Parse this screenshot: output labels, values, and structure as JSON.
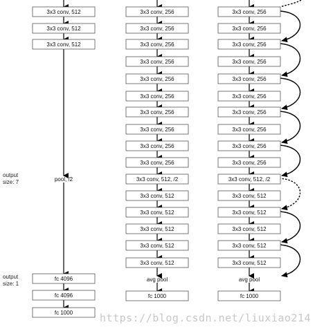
{
  "side_labels": [
    {
      "line1": "output",
      "line2": "size: 7"
    },
    {
      "line1": "output",
      "line2": "size: 1"
    }
  ],
  "columns": [
    {
      "id": "col1",
      "nodes": [
        {
          "label": "3x3 conv, 512",
          "style": "box"
        },
        {
          "label": "3x3 conv, 512",
          "style": "box"
        },
        {
          "label": "3x3 conv, 512",
          "style": "box"
        },
        {
          "label": "pool, /2",
          "style": "text"
        },
        {
          "label": "fc 4096",
          "style": "box"
        },
        {
          "label": "fc 4096",
          "style": "box"
        },
        {
          "label": "fc 1000",
          "style": "box"
        }
      ]
    },
    {
      "id": "col2",
      "nodes": [
        {
          "label": "3x3 conv, 256",
          "style": "box"
        },
        {
          "label": "3x3 conv, 256",
          "style": "box"
        },
        {
          "label": "3x3 conv, 256",
          "style": "box"
        },
        {
          "label": "3x3 conv, 256",
          "style": "box"
        },
        {
          "label": "3x3 conv, 256",
          "style": "box"
        },
        {
          "label": "3x3 conv, 256",
          "style": "box"
        },
        {
          "label": "3x3 conv, 256",
          "style": "box"
        },
        {
          "label": "3x3 conv, 256",
          "style": "box"
        },
        {
          "label": "3x3 conv, 256",
          "style": "box"
        },
        {
          "label": "3x3 conv, 256",
          "style": "box"
        },
        {
          "label": "3x3 conv, 512, /2",
          "style": "box"
        },
        {
          "label": "3x3 conv, 512",
          "style": "box"
        },
        {
          "label": "3x3 conv, 512",
          "style": "box"
        },
        {
          "label": "3x3 conv, 512",
          "style": "box"
        },
        {
          "label": "3x3 conv, 512",
          "style": "box"
        },
        {
          "label": "3x3 conv, 512",
          "style": "box"
        },
        {
          "label": "avg pool",
          "style": "text"
        },
        {
          "label": "fc 1000",
          "style": "box"
        }
      ]
    },
    {
      "id": "col3",
      "nodes": [
        {
          "label": "3x3 conv, 256",
          "style": "box"
        },
        {
          "label": "3x3 conv, 256",
          "style": "box"
        },
        {
          "label": "3x3 conv, 256",
          "style": "box"
        },
        {
          "label": "3x3 conv, 256",
          "style": "box"
        },
        {
          "label": "3x3 conv, 256",
          "style": "box"
        },
        {
          "label": "3x3 conv, 256",
          "style": "box"
        },
        {
          "label": "3x3 conv, 256",
          "style": "box"
        },
        {
          "label": "3x3 conv, 256",
          "style": "box"
        },
        {
          "label": "3x3 conv, 256",
          "style": "box"
        },
        {
          "label": "3x3 conv, 256",
          "style": "box"
        },
        {
          "label": "3x3 conv, 512, /2",
          "style": "box"
        },
        {
          "label": "3x3 conv, 512",
          "style": "box"
        },
        {
          "label": "3x3 conv, 512",
          "style": "box"
        },
        {
          "label": "3x3 conv, 512",
          "style": "box"
        },
        {
          "label": "3x3 conv, 512",
          "style": "box"
        },
        {
          "label": "3x3 conv, 512",
          "style": "box"
        },
        {
          "label": "avg pool",
          "style": "text"
        },
        {
          "label": "fc 1000",
          "style": "box"
        }
      ],
      "shortcuts": [
        {
          "from": 0,
          "to": 2,
          "dashed": false
        },
        {
          "from": 2,
          "to": 4,
          "dashed": false
        },
        {
          "from": 4,
          "to": 6,
          "dashed": false
        },
        {
          "from": 6,
          "to": 8,
          "dashed": false
        },
        {
          "from": 8,
          "to": 10,
          "dashed": false
        },
        {
          "from": 10,
          "to": 12,
          "dashed": true
        },
        {
          "from": 12,
          "to": 14,
          "dashed": false
        },
        {
          "from": 14,
          "to": 16,
          "dashed": false
        }
      ]
    }
  ],
  "watermark": "https://blog.csdn.net/liuxiao214"
}
